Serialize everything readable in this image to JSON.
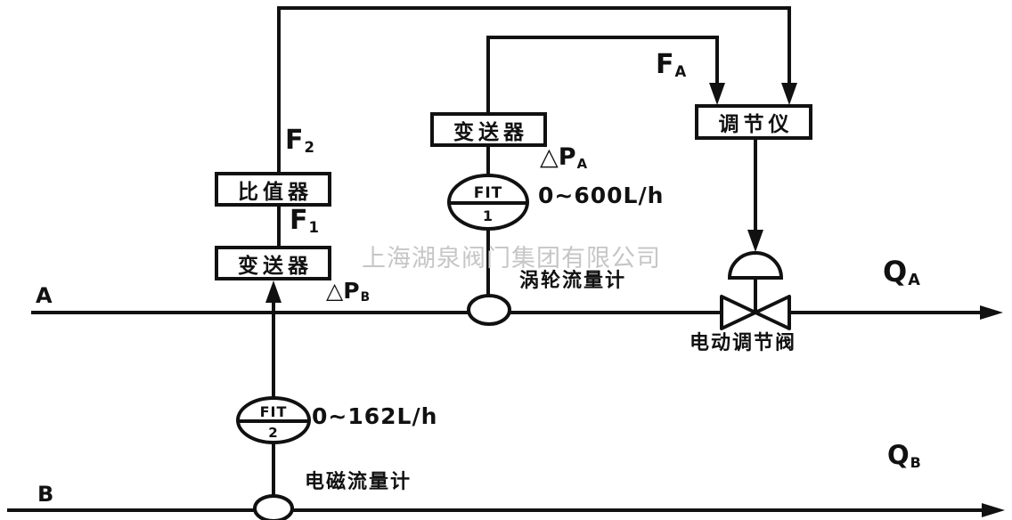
{
  "watermark": "上海湖泉阀门集团有限公司",
  "streams": {
    "a": "A",
    "b": "B"
  },
  "boxes": {
    "ratio_device": "比值器",
    "transmitter_b": "变送器",
    "transmitter_a": "变送器",
    "controller": "调节仪"
  },
  "fit1": {
    "tag": "FIT",
    "number": "1",
    "range": "0~600L/h",
    "meter_label": "涡轮流量计"
  },
  "fit2": {
    "tag": "FIT",
    "number": "2",
    "range": "0~162L/h",
    "meter_label": "电磁流量计"
  },
  "valve_label": "电动调节阀",
  "signals": {
    "f2": {
      "base": "F",
      "sub": "2"
    },
    "f1": {
      "base": "F",
      "sub": "1"
    },
    "fa": {
      "base": "F",
      "sub": "A"
    },
    "dpa": {
      "base": "△P",
      "sub": "A"
    },
    "dpb": {
      "base": "△P",
      "sub": "B"
    },
    "qa": {
      "base": "Q",
      "sub": "A"
    },
    "qb": {
      "base": "Q",
      "sub": "B"
    }
  },
  "colors": {
    "line": "#111111",
    "watermark": "#c6c6c6",
    "background": "#ffffff"
  }
}
